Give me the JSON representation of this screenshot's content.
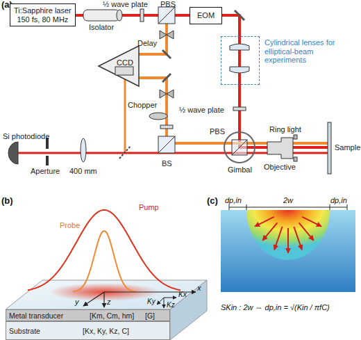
{
  "diagram": {
    "nodes": [
      {
        "text": [
          "Ti:Sapphire laser",
          "150 fs, 80 MHz"
        ]
      },
      {
        "text": [
          "EOM"
        ]
      },
      {
        "text": [
          "Cylindrical lenses for elliptical-beam experiments"
        ]
      },
      {
        "text": [
          "Metal transducer",
          "[Km, Cm, hm]",
          "[G]"
        ]
      },
      {
        "text": [
          "Substrate",
          "[Kx, Ky, Kz, C]"
        ]
      }
    ],
    "labels": [
      "(a)",
      "½ wave plate",
      "Isolator",
      "PBS",
      "Delay",
      "CCD",
      "Chopper",
      "½ wave plate",
      "Ring light",
      "Si photodiode",
      "PBS",
      "Aperture",
      "BS",
      "400 mm",
      "Gimbal",
      "Objective",
      "Sample",
      "(b)",
      "Pump",
      "Probe",
      "x",
      "y",
      "z",
      "Kx",
      "Ky",
      "Kz",
      "(c)",
      "dp,in",
      "2w",
      "dp,in",
      "SKin : 2w ⇔ dp,in = √(Kin / πfC)"
    ]
  }
}
